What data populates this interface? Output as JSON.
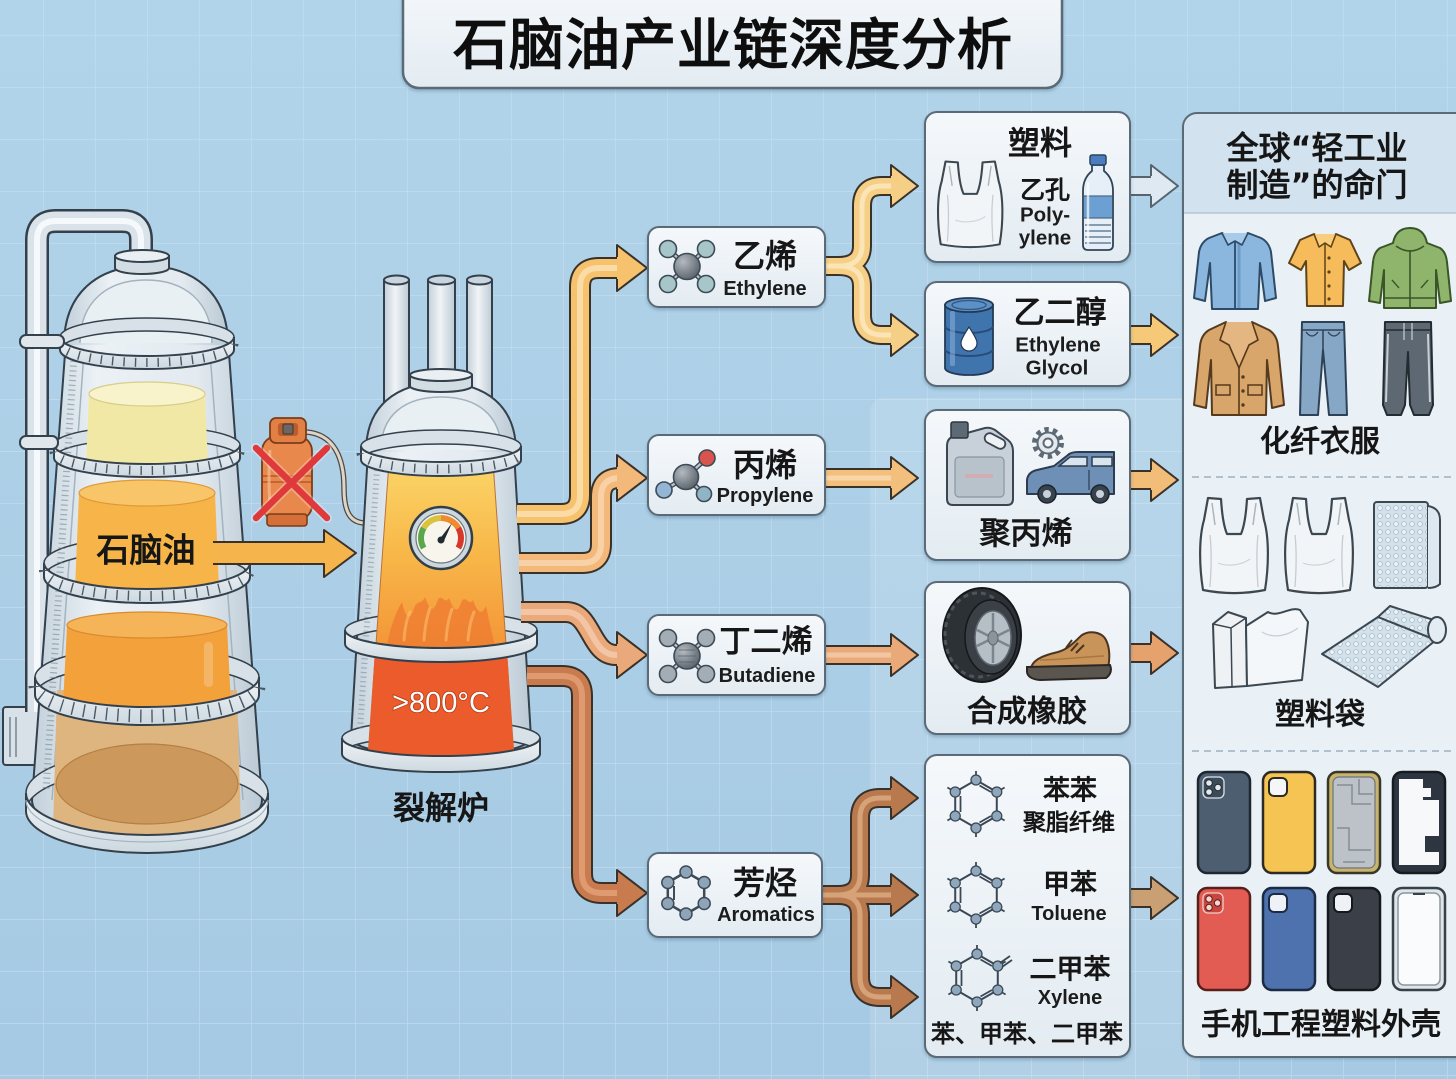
{
  "title": "石脑油产业链深度分析",
  "feedstock": {
    "label": "石脑油",
    "vessel": "distillation-column",
    "replaced_source": {
      "icon": "gas-cylinder-icon",
      "mark": "cross-icon"
    }
  },
  "furnace": {
    "label": "裂解炉",
    "temperature": ">800°C",
    "gauge_icon": "temperature-gauge-icon"
  },
  "intermediates": [
    {
      "zh": "乙烯",
      "en": "Ethylene",
      "icon": "molecule-icon"
    },
    {
      "zh": "丙烯",
      "en": "Propylene",
      "icon": "molecule-icon"
    },
    {
      "zh": "丁二烯",
      "en": "Butadiene",
      "icon": "molecule-icon"
    },
    {
      "zh": "芳烃",
      "en": "Aromatics",
      "icon": "benzene-ring-icon"
    }
  ],
  "products": {
    "plastics": {
      "title": "塑料",
      "zh": "乙孔",
      "en_line1": "Poly-",
      "en_line2": "ylene",
      "icons": [
        "plastic-bag-icon",
        "water-bottle-icon"
      ]
    },
    "ethylene_glycol": {
      "zh": "乙二醇",
      "en_line1": "Ethylene",
      "en_line2": "Glycol",
      "icons": [
        "barrel-icon"
      ]
    },
    "polypropylene": {
      "label": "聚丙烯",
      "icons": [
        "jerry-can-icon",
        "gear-icon",
        "car-icon"
      ]
    },
    "synthetic_rubber": {
      "label": "合成橡胶",
      "icons": [
        "tire-icon",
        "shoe-icon"
      ]
    },
    "aromatic_products": {
      "items": [
        {
          "zh": "苯苯",
          "sub": "聚脂纤维",
          "icon": "benzene-ring-icon"
        },
        {
          "zh": "甲苯",
          "sub": "Toluene",
          "icon": "benzene-ring-icon"
        },
        {
          "zh": "二甲苯",
          "sub": "Xylene",
          "icon": "benzene-ring-icon"
        }
      ],
      "summary": "苯、甲苯、二甲苯"
    }
  },
  "end_uses": {
    "title_line1": "全球“轻工业",
    "title_line2": "制造”的命门",
    "sections": [
      {
        "label": "化纤衣服",
        "icons": [
          "long-sleeve-shirt-icon",
          "short-sleeve-shirt-icon",
          "hoodie-icon",
          "coat-icon",
          "jeans-icon",
          "sweatpants-icon"
        ]
      },
      {
        "label": "塑料袋",
        "icons": [
          "plastic-bag-icon",
          "plastic-bag-icon",
          "bubble-wrap-roll-icon",
          "packaging-bag-icon",
          "bubble-wrap-sheet-icon"
        ]
      },
      {
        "label": "手机工程塑料外壳",
        "icons": [
          "phone-case-slate-icon",
          "phone-case-yellow-icon",
          "phone-case-transparent-frame-icon",
          "phone-case-black-frame-icon",
          "phone-case-red-icon",
          "phone-case-blue-icon",
          "phone-case-charcoal-icon",
          "phone-case-clear-icon"
        ]
      }
    ]
  },
  "flows": [
    {
      "from": "石脑油",
      "to": "裂解炉"
    },
    {
      "from": "裂解炉",
      "to": "乙烯"
    },
    {
      "from": "裂解炉",
      "to": "丙烯"
    },
    {
      "from": "裂解炉",
      "to": "丁二烯"
    },
    {
      "from": "裂解炉",
      "to": "芳烃"
    },
    {
      "from": "乙烯",
      "to": "塑料"
    },
    {
      "from": "乙烯",
      "to": "乙二醇"
    },
    {
      "from": "丙烯",
      "to": "聚丙烯"
    },
    {
      "from": "丁二烯",
      "to": "合成橡胶"
    },
    {
      "from": "芳烃",
      "to": "苯苯"
    },
    {
      "from": "芳烃",
      "to": "甲苯"
    },
    {
      "from": "芳烃",
      "to": "二甲苯"
    },
    {
      "from": "塑料",
      "to": "end_uses"
    },
    {
      "from": "乙二醇",
      "to": "end_uses"
    },
    {
      "from": "聚丙烯",
      "to": "end_uses"
    },
    {
      "from": "合成橡胶",
      "to": "end_uses"
    },
    {
      "from": "苯、甲苯、二甲苯",
      "to": "end_uses"
    }
  ],
  "colors": {
    "background": "#aecfe6",
    "box_border": "#5b6a77",
    "panel_header": "#d2e2ee",
    "panel_body": "#e9f1f6",
    "furnace_hot_zone": "#ec5b2c",
    "cross_mark": "#e0393b",
    "liquids": {
      "light_fraction": "#f2e8a6",
      "naphtha": "#f6b449",
      "heavy_fraction": "#f2a13b",
      "residue": "#dfb57f"
    },
    "arrows": {
      "naphtha": "#f6b54c",
      "ethylene": "#f6c26e",
      "propylene": "#f3b97b",
      "butadiene": "#eaa97a",
      "aromatics": "#c97b50",
      "ethylene_branches": "#f6cf86",
      "propylene_out": "#f2c07c",
      "butadiene_out": "#e9a978",
      "aromatics_branches": "#b9794e",
      "plastics_out": "#dfe9f2",
      "glycol_out": "#f5c977",
      "polypropylene_out": "#f1bd78",
      "rubber_out": "#e6a26d",
      "aromatic_products_out": "#c8a074"
    }
  }
}
